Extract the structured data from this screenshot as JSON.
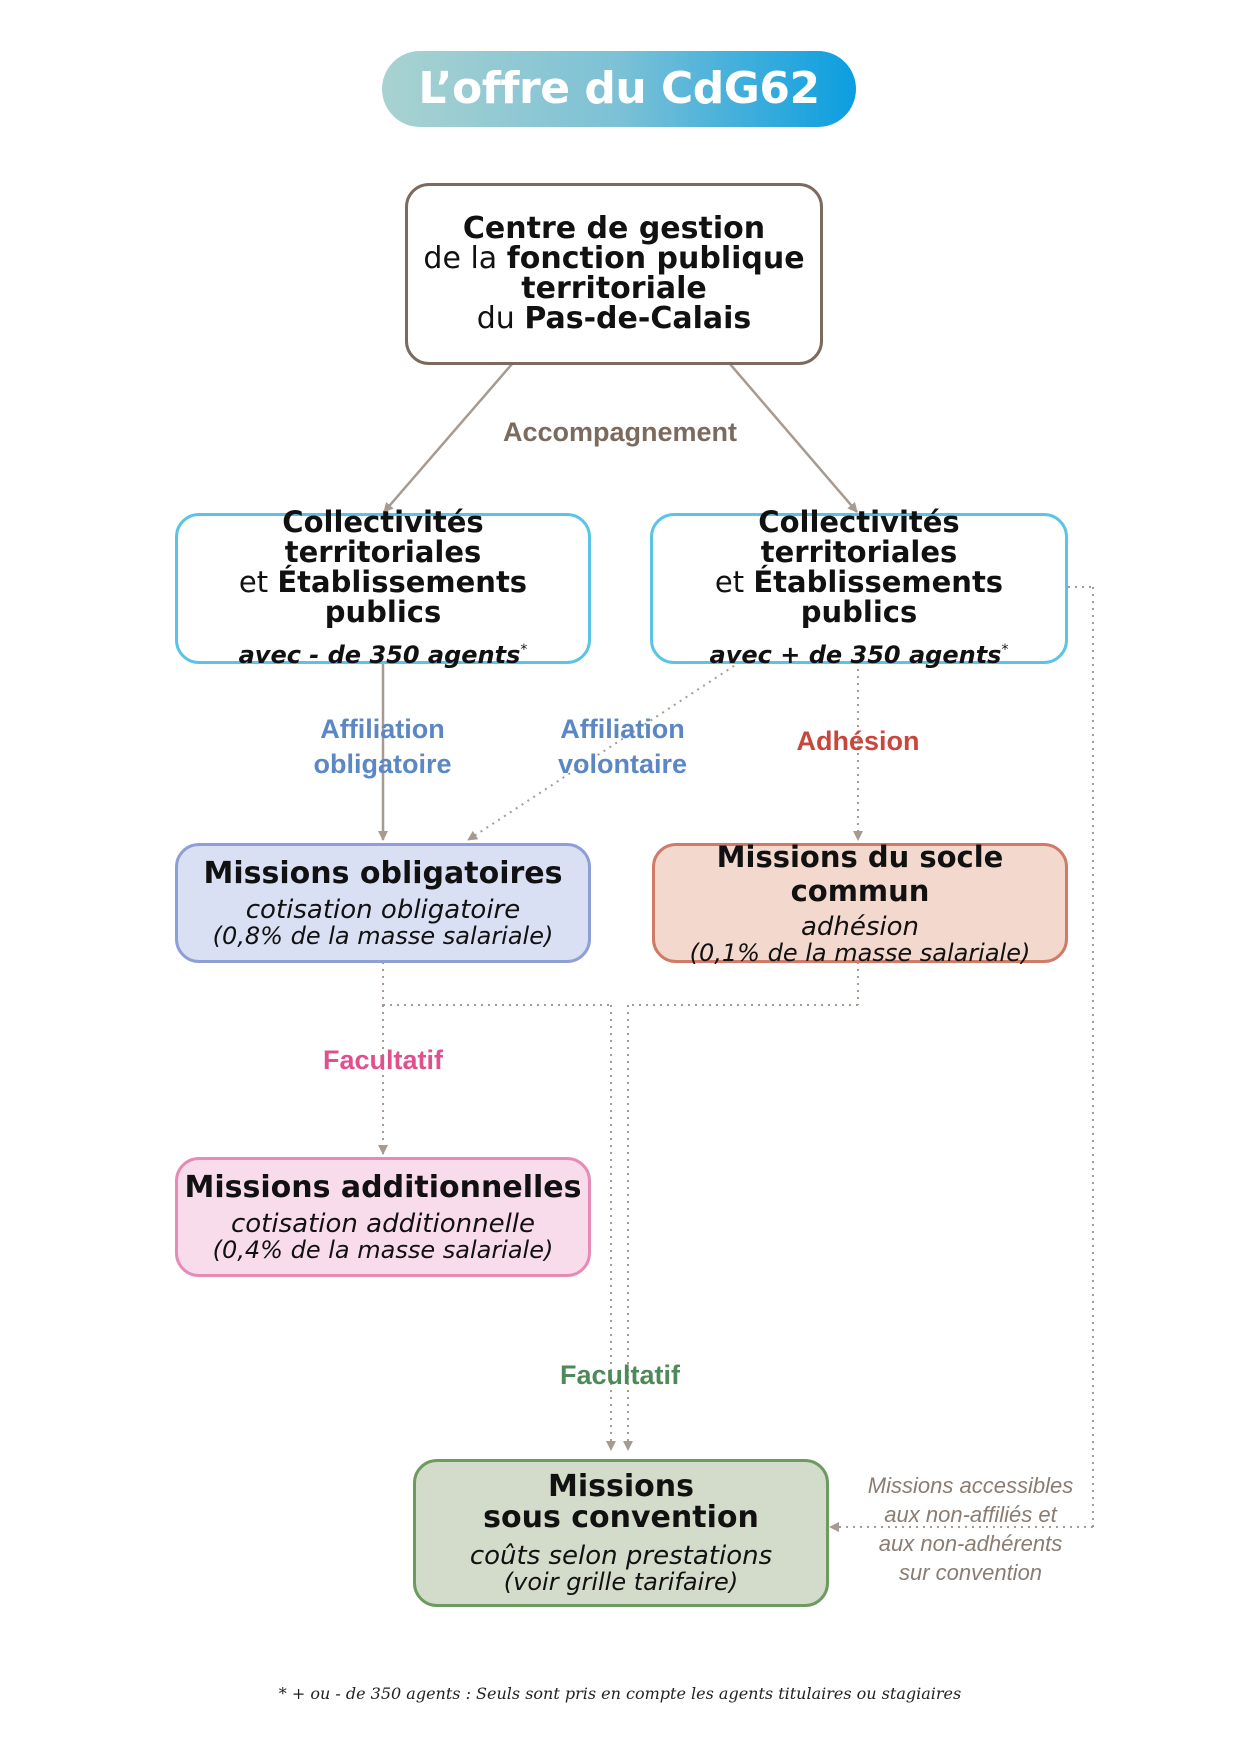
{
  "title": "L’offre du CdG62",
  "cdg": {
    "line1_bold": "Centre de gestion",
    "line2_pre": "de la ",
    "line2_bold": "fonction publique",
    "line3_bold": "territoriale",
    "line4_pre": "du ",
    "line4_bold": "Pas-de-Calais"
  },
  "accompagnement": "Accompagnement",
  "collectivites_small": {
    "line1": "Collectivités",
    "line2": "territoriales",
    "line3_pre": "et ",
    "line3_bold": "Établissements publics",
    "line4": "avec - de 350 agents",
    "star": "*"
  },
  "collectivites_large": {
    "line1": "Collectivités",
    "line2": "territoriales",
    "line3_pre": "et ",
    "line3_bold": "Établissements publics",
    "line4": "avec + de 350 agents",
    "star": "*"
  },
  "labels": {
    "affiliation_obligatoire_1": "Affiliation",
    "affiliation_obligatoire_2": "obligatoire",
    "affiliation_volontaire_1": "Affiliation",
    "affiliation_volontaire_2": "volontaire",
    "adhesion": "Adhésion",
    "facultatif_1": "Facultatif",
    "facultatif_2": "Facultatif"
  },
  "missions_obligatoires": {
    "title": "Missions obligatoires",
    "sub": "cotisation obligatoire",
    "detail": "(0,8% de la masse salariale)"
  },
  "missions_socle": {
    "title": "Missions du socle commun",
    "sub": "adhésion",
    "detail": "(0,1% de la masse salariale)"
  },
  "missions_additionnelles": {
    "title": "Missions additionnelles",
    "sub": "cotisation additionnelle",
    "detail": "(0,4% de la masse salariale)"
  },
  "missions_convention": {
    "title1": "Missions",
    "title2": "sous convention",
    "sub": "coûts selon prestations",
    "detail": "(voir grille tarifaire)"
  },
  "side_note": {
    "line1": "Missions accessibles",
    "line2": "aux non-affiliés et",
    "line3": "aux non-adhérents",
    "line4": "sur convention"
  },
  "footnote": "* + ou - de 350 agents : Seuls sont pris en compte les agents titulaires ou stagiaires",
  "colors": {
    "brown": "#7b6a5d",
    "cyan": "#5bc4e6",
    "blue_label": "#5b87c4",
    "red_label": "#c8473d",
    "pink_label": "#e0508f",
    "green_label": "#4e8a59",
    "obligatoires_fill": "#dae0f3",
    "obligatoires_border": "#8e9fd6",
    "socle_fill": "#f2d8cd",
    "socle_border": "#cf7b68",
    "additionnelles_fill": "#f9dceb",
    "additionnelles_border": "#e58bb5",
    "convention_fill": "#d3dbcb",
    "convention_border": "#6c9a5f",
    "connector": "#a79a90"
  }
}
